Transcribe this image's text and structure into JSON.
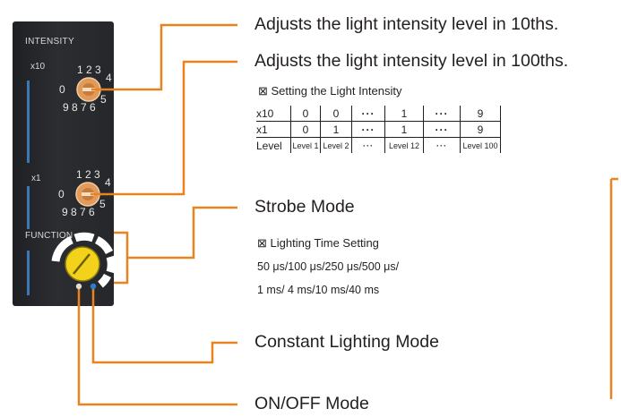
{
  "panel": {
    "intensity_label": "INTENSITY",
    "x10_label": "x10",
    "x1_label": "x1",
    "function_label": "FUNCTION",
    "dial_digits_top": "1 2 3",
    "dial_digit_0": "0",
    "dial_digit_4": "4",
    "dial_digit_5": "5",
    "dial_digits_bottom": "9 8 7 6"
  },
  "callouts": {
    "tenths": "Adjusts the light intensity level in 10ths.",
    "hundredths": "Adjusts the light intensity level in 100ths.",
    "strobe": "Strobe Mode",
    "constant": "Constant Lighting Mode",
    "onoff": "ON/OFF Mode"
  },
  "intensity_setting": {
    "heading": "⊠ Setting the Light Intensity",
    "rows": [
      [
        "x10",
        "0",
        "0",
        "···",
        "1",
        "···",
        "9"
      ],
      [
        "x1",
        "0",
        "1",
        "···",
        "1",
        "···",
        "9"
      ],
      [
        "Level",
        "Level 1",
        "Level 2",
        "···",
        "Level 12",
        "···",
        "Level 100"
      ]
    ]
  },
  "lighting_time": {
    "heading": "⊠ Lighting Time Setting",
    "line1": "50 μs/100 μs/250 μs/500 μs/",
    "line2": "1 ms/ 4 ms/10 ms/40 ms"
  },
  "colors": {
    "leader": "#e8831f",
    "panel": "#25272b",
    "knob": "#e09a5a",
    "knob_yellow": "#f2d21b",
    "led_blue": "#2a7fd0",
    "scale_blue": "#3a78b8"
  }
}
